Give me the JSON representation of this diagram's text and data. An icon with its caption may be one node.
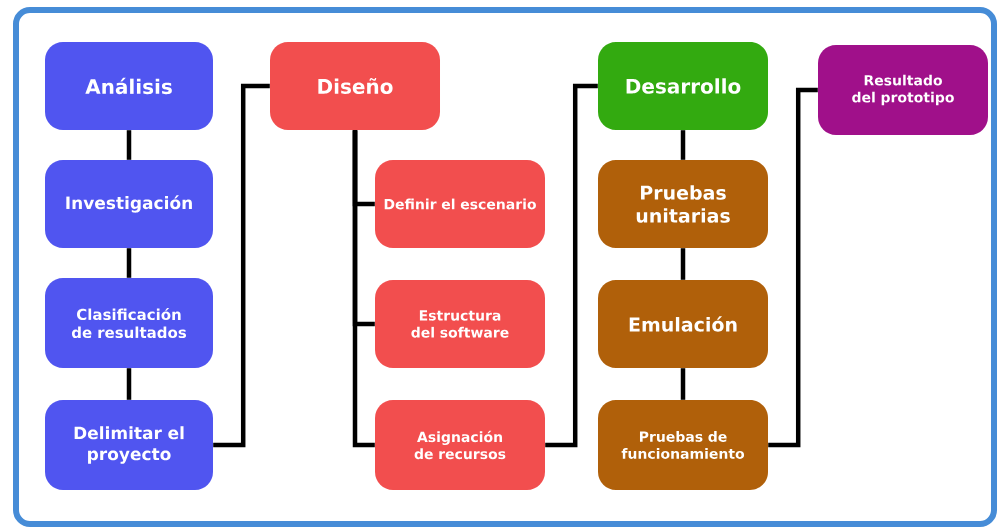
{
  "diagram": {
    "nodes": [
      {
        "text": [
          "Análisis"
        ]
      },
      {
        "text": [
          "Investigación"
        ]
      },
      {
        "text": [
          "Clasificación de resultados"
        ]
      },
      {
        "text": [
          "Delimitar el proyecto"
        ]
      },
      {
        "text": [
          "Diseño"
        ]
      },
      {
        "text": [
          "Definir el escenario"
        ]
      },
      {
        "text": [
          "Estructura del software"
        ]
      },
      {
        "text": [
          "Asignación de recursos"
        ]
      },
      {
        "text": [
          "Desarrollo"
        ]
      },
      {
        "text": [
          "Pruebas unitarias"
        ]
      },
      {
        "text": [
          "Emulación"
        ]
      },
      {
        "text": [
          "Pruebas de funcionamiento"
        ]
      },
      {
        "text": [
          "Resultado del prototipo"
        ]
      }
    ],
    "edges": [
      {
        "from": 0,
        "to": 1,
        "arrow": "none"
      },
      {
        "from": 1,
        "to": 2,
        "arrow": "none"
      },
      {
        "from": 2,
        "to": 3,
        "arrow": "none"
      },
      {
        "from": 3,
        "to": 4,
        "arrow": "none"
      },
      {
        "from": 4,
        "to": 5,
        "arrow": "none"
      },
      {
        "from": 4,
        "to": 6,
        "arrow": "none"
      },
      {
        "from": 4,
        "to": 7,
        "arrow": "none"
      },
      {
        "from": 7,
        "to": 8,
        "arrow": "none"
      },
      {
        "from": 8,
        "to": 9,
        "arrow": "none"
      },
      {
        "from": 9,
        "to": 10,
        "arrow": "none"
      },
      {
        "from": 10,
        "to": 11,
        "arrow": "none"
      },
      {
        "from": 11,
        "to": 12,
        "arrow": "none"
      }
    ]
  }
}
